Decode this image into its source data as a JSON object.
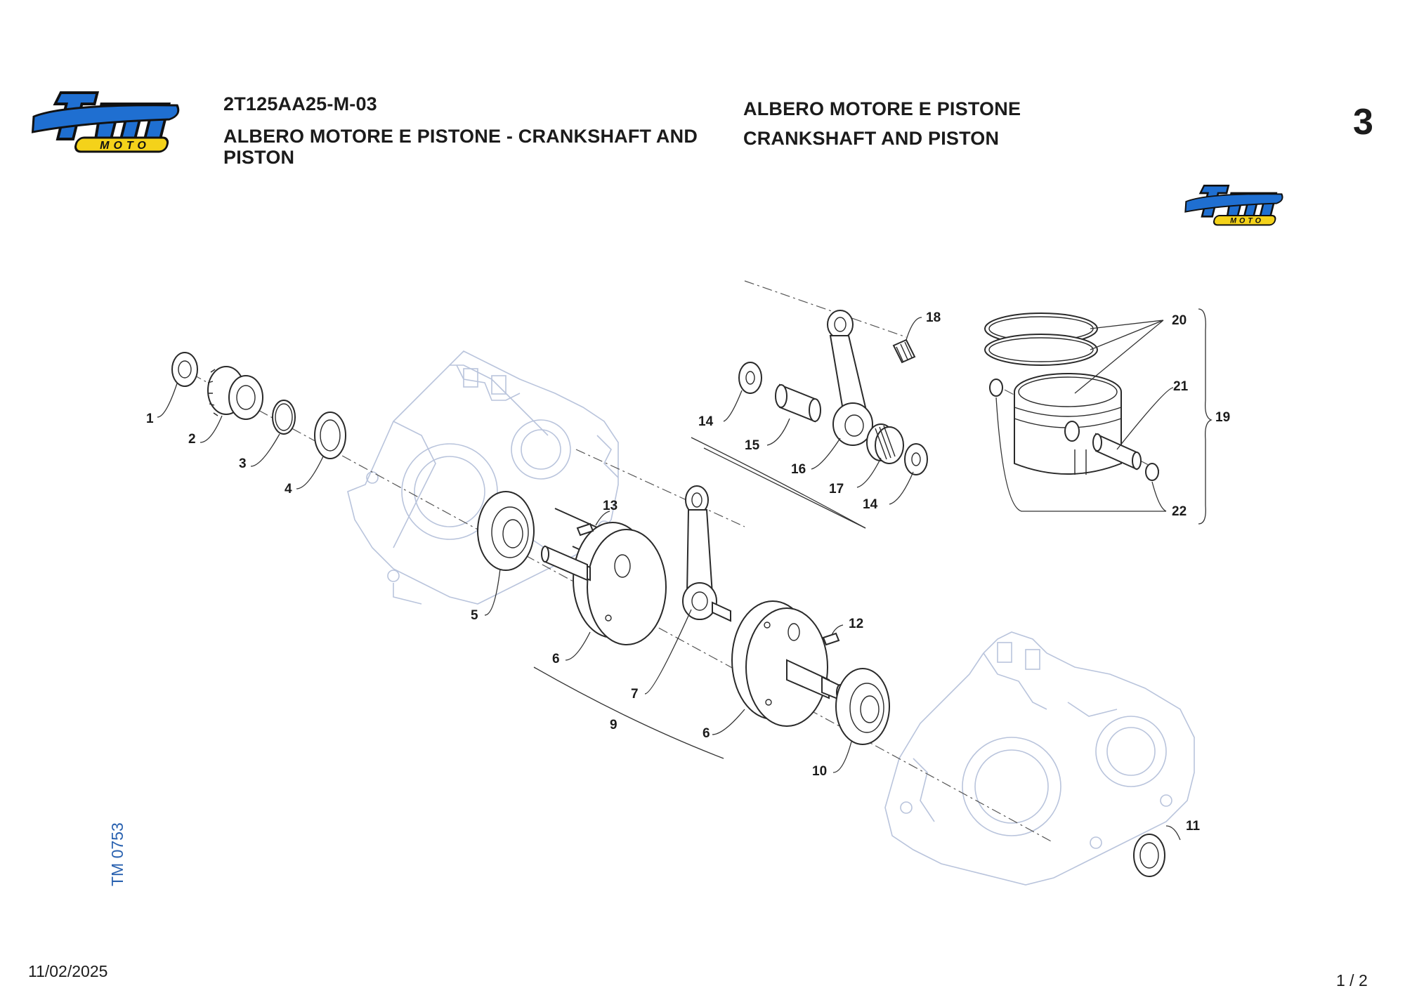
{
  "header": {
    "code": "2T125AA25-M-03",
    "title_left": "ALBERO MOTORE E PISTONE - CRANKSHAFT AND PISTON",
    "title_it": "ALBERO MOTORE E PISTONE",
    "title_en": "CRANKSHAFT AND PISTON",
    "sheet_number": "3"
  },
  "logos": [
    {
      "name": "tm-moto-logo",
      "text": "tm",
      "subtext": "MOTO",
      "colors": {
        "fill": "#1f6fd1",
        "outline": "#111111",
        "badge": "#f4d21a"
      }
    },
    {
      "name": "tm-moto-logo-small",
      "text": "tm",
      "subtext": "MOTO",
      "colors": {
        "fill": "#1f6fd1",
        "outline": "#111111",
        "badge": "#f4d21a"
      }
    }
  ],
  "diagram": {
    "callouts": [
      {
        "label": "1"
      },
      {
        "label": "2"
      },
      {
        "label": "3"
      },
      {
        "label": "4"
      },
      {
        "label": "5"
      },
      {
        "label": "6"
      },
      {
        "label": "7"
      },
      {
        "label": "9"
      },
      {
        "label": "6"
      },
      {
        "label": "10"
      },
      {
        "label": "11"
      },
      {
        "label": "12"
      },
      {
        "label": "13"
      },
      {
        "label": "14"
      },
      {
        "label": "15"
      },
      {
        "label": "16"
      },
      {
        "label": "17"
      },
      {
        "label": "14"
      },
      {
        "label": "18"
      },
      {
        "label": "20"
      },
      {
        "label": "21"
      },
      {
        "label": "19"
      },
      {
        "label": "22"
      }
    ],
    "colors": {
      "parts": "#2a2a2a",
      "crankcase": "#b9c4dc"
    }
  },
  "footer": {
    "doc_id": "TM 0753",
    "date": "11/02/2025",
    "page": "1 / 2",
    "doc_id_color": "#2a62b0"
  }
}
